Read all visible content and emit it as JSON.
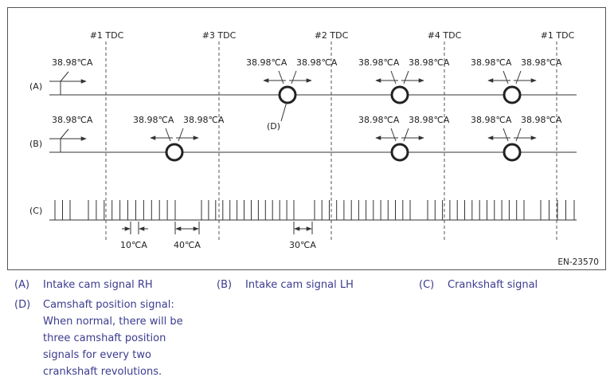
{
  "figure_id": "EN-23570",
  "tdc_labels": [
    "#1 TDC",
    "#3 TDC",
    "#2 TDC",
    "#4 TDC",
    "#1 TDC"
  ],
  "row_labels": [
    "(A)",
    "(B)",
    "(C)"
  ],
  "angle_label": "38.98℃A",
  "callout_label": "(D)",
  "interval_labels": [
    "10℃A",
    "40℃A",
    "30℃A"
  ],
  "legend": [
    {
      "key": "(A)",
      "text": "Intake cam signal RH"
    },
    {
      "key": "(B)",
      "text": "Intake cam signal LH"
    },
    {
      "key": "(C)",
      "text": "Crankshaft signal"
    },
    {
      "key": "(D)",
      "text": "Camshaft position signal: When normal, there will be three camshaft position signals for every two crankshaft revolutions."
    }
  ],
  "colors": {
    "line": "#333333",
    "legend_text": "#3b3b8f",
    "frame": "#555555"
  }
}
